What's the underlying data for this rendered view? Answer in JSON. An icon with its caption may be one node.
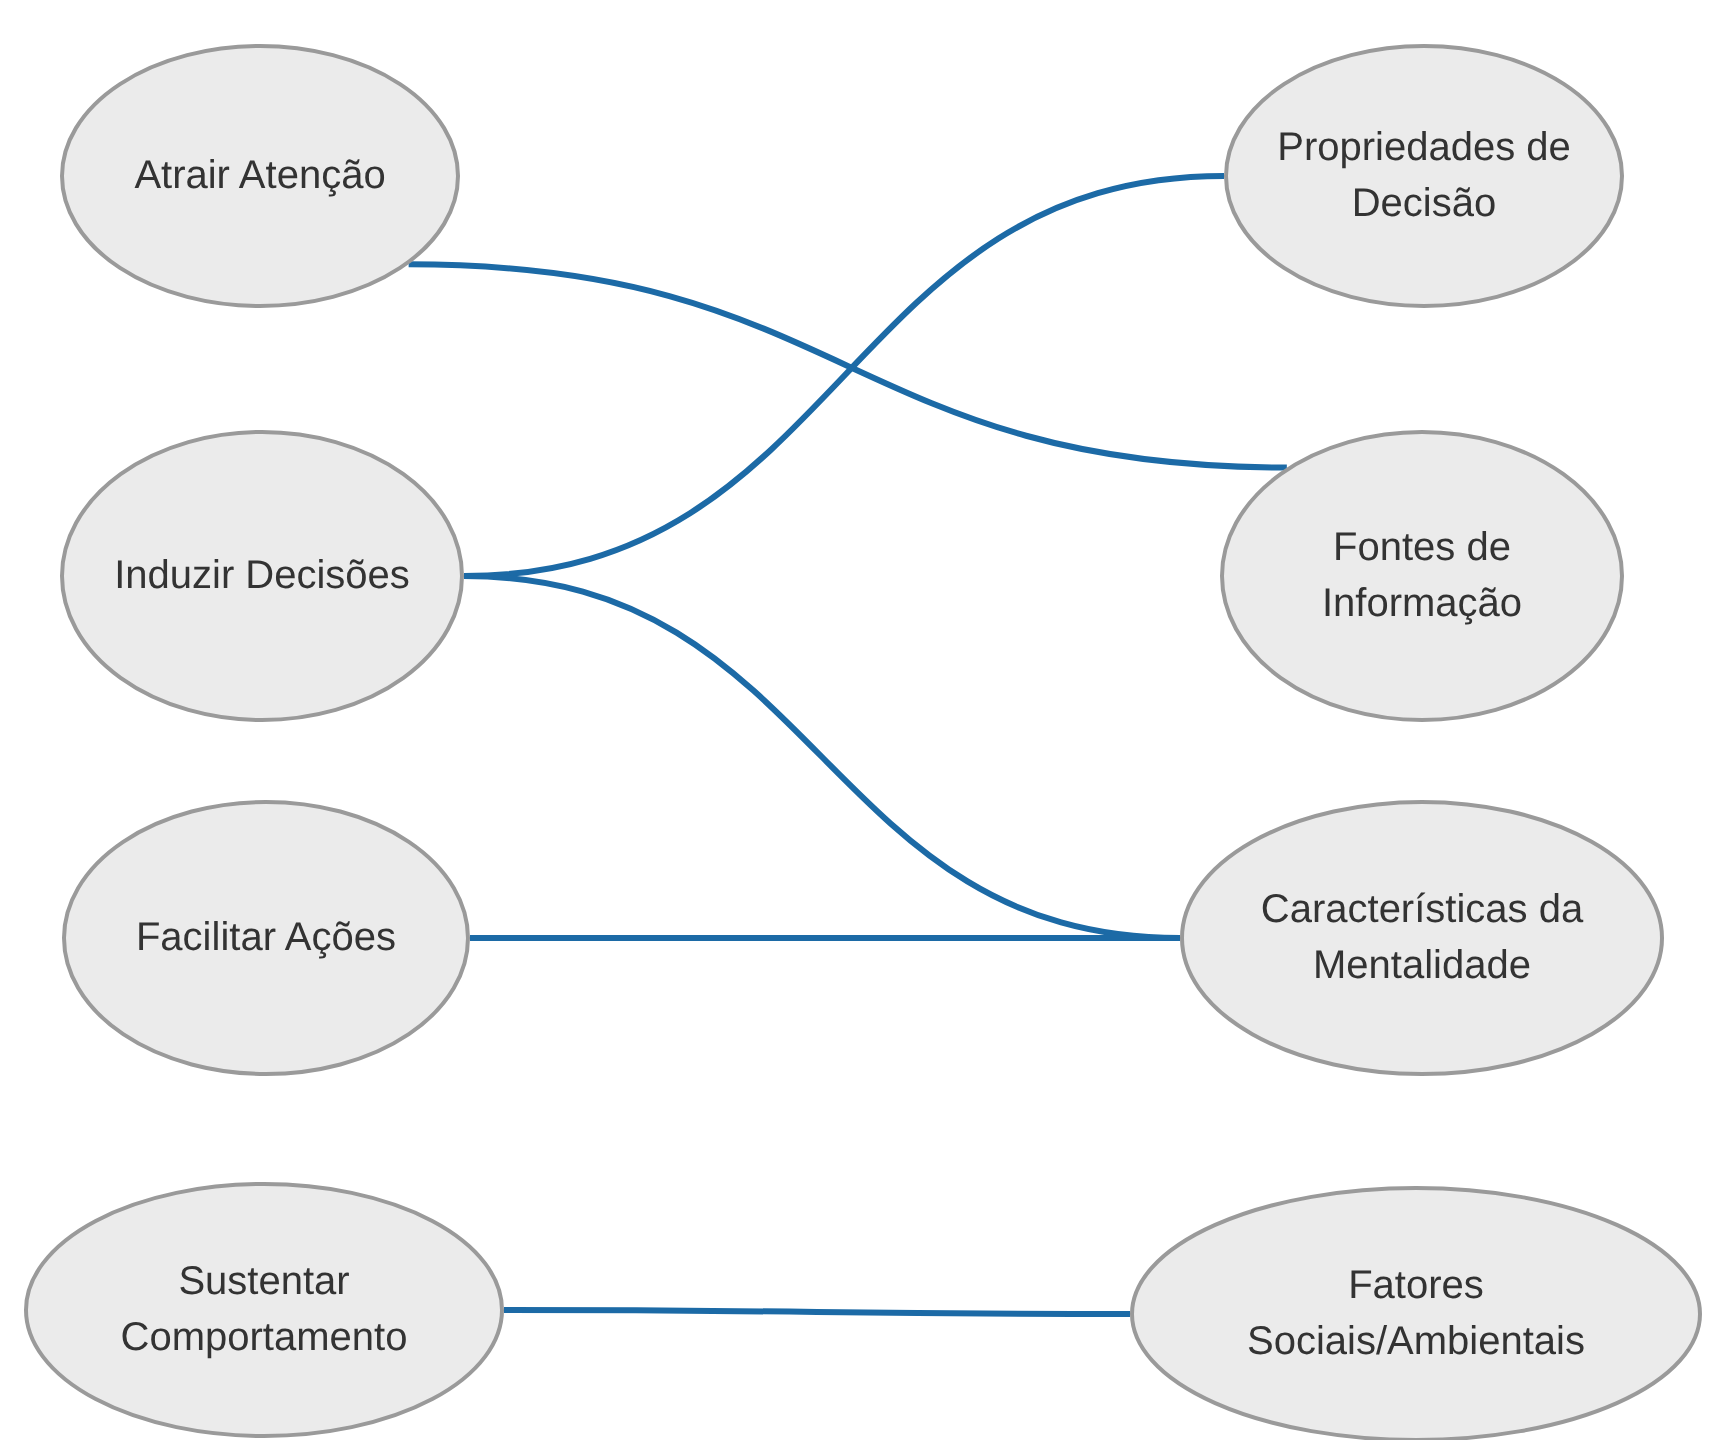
{
  "diagram": {
    "nodes": [
      {
        "text": [
          "Atrair Atenção"
        ]
      },
      {
        "text": [
          "Induzir Decisões"
        ]
      },
      {
        "text": [
          "Facilitar Ações"
        ]
      },
      {
        "text": [
          "Sustentar Comportamento"
        ]
      },
      {
        "text": [
          "Propriedades de Decisão"
        ]
      },
      {
        "text": [
          "Fontes de Informação"
        ]
      },
      {
        "text": [
          "Características da Mentalidade"
        ]
      },
      {
        "text": [
          "Fatores Sociais/Ambientais"
        ]
      }
    ],
    "edges": [
      {
        "from": 0,
        "to": 5,
        "arrow": "none"
      },
      {
        "from": 1,
        "to": 4,
        "arrow": "none"
      },
      {
        "from": 1,
        "to": 6,
        "arrow": "none"
      },
      {
        "from": 2,
        "to": 6,
        "arrow": "none"
      },
      {
        "from": 3,
        "to": 7,
        "arrow": "none"
      }
    ]
  }
}
